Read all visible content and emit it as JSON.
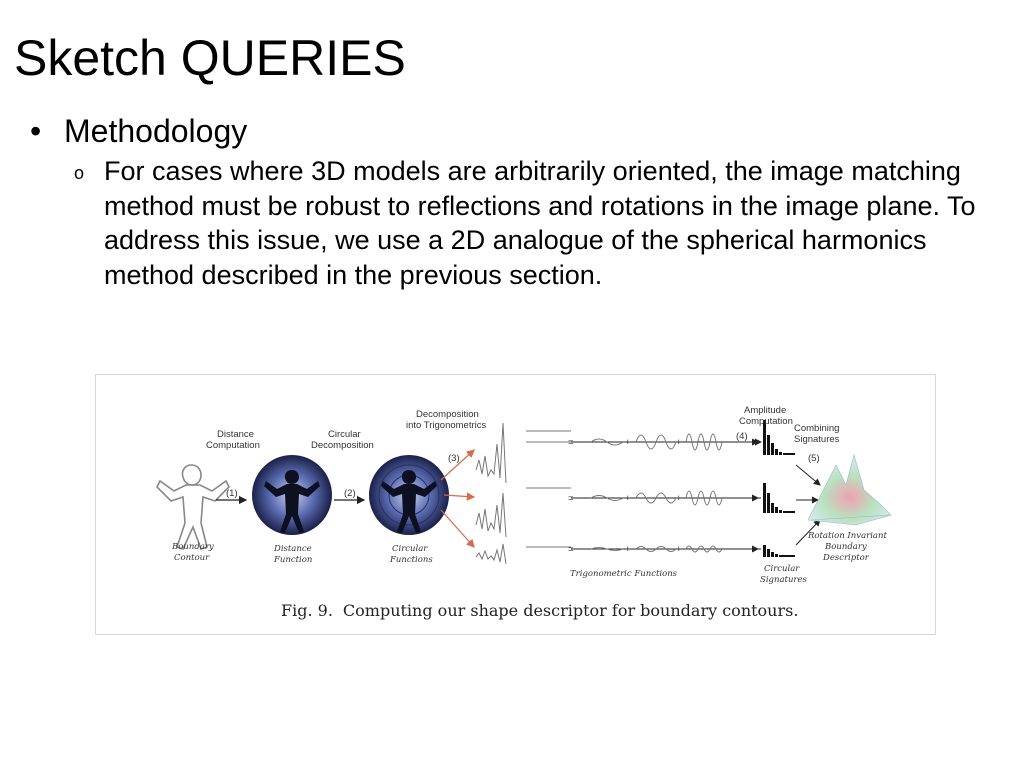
{
  "slide": {
    "title": "Sketch QUERIES",
    "bullet_marker": "•",
    "sub_marker": "o",
    "bullet": "Methodology",
    "sub_bullet": "For cases where 3D models are arbitrarily oriented, the image matching method must be robust to reflections and rotations in the image plane. To address this issue, we use a 2D analogue of the spherical harmonics method described in the previous section."
  },
  "figure": {
    "caption_number": "Fig. 9.",
    "caption_text": "Computing our shape descriptor for boundary contours.",
    "labels": {
      "distance_computation_1": "Distance",
      "distance_computation_2": "Computation",
      "circular_decomposition_1": "Circular",
      "circular_decomposition_2": "Decomposition",
      "decomposition_trig_1": "Decomposition",
      "decomposition_trig_2": "into Trigonometrics",
      "amplitude_computation_1": "Amplitude",
      "amplitude_computation_2": "Computation",
      "combining_signatures_1": "Combining",
      "combining_signatures_2": "Signatures",
      "step1": "(1)",
      "step2": "(2)",
      "step3": "(3)",
      "step4": "(4)",
      "step5": "(5)",
      "boundary_contour_1": "Boundary",
      "boundary_contour_2": "Contour",
      "distance_function_1": "Distance",
      "distance_function_2": "Function",
      "circular_functions_1": "Circular",
      "circular_functions_2": "Functions",
      "trigonometric_functions": "Trigonometric Functions",
      "circular_signatures_1": "Circular",
      "circular_signatures_2": "Signatures",
      "rotation_invariant_1": "Rotation Invariant",
      "rotation_invariant_2": "Boundary",
      "rotation_invariant_3": "Descriptor",
      "eq": "=",
      "plus": "+"
    }
  }
}
